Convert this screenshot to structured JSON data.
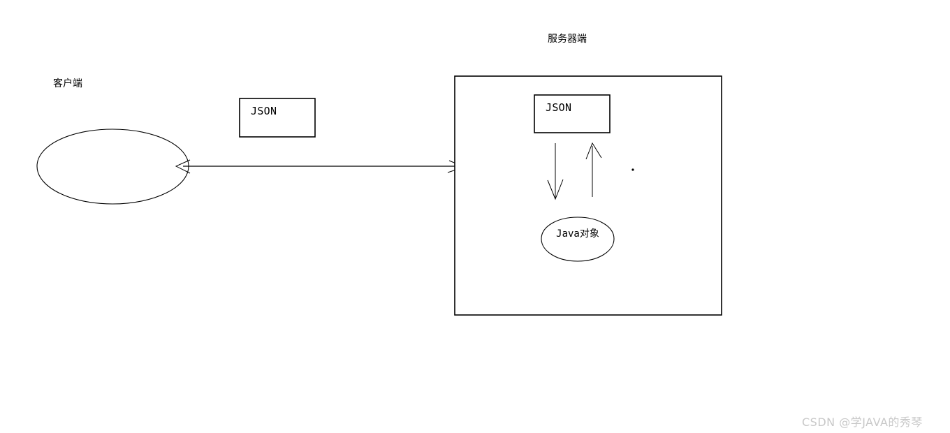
{
  "diagram": {
    "title_client": "客户端",
    "title_server": "服务器端",
    "nodes": {
      "client_ellipse": {
        "label": "",
        "shape": "ellipse"
      },
      "json_client_box": {
        "label": "JSON",
        "shape": "rectangle"
      },
      "server_container": {
        "label": "",
        "shape": "rectangle"
      },
      "json_server_box": {
        "label": "JSON",
        "shape": "rectangle"
      },
      "java_object_ellipse": {
        "label": "Java对象",
        "shape": "ellipse"
      }
    },
    "edges": [
      {
        "name": "client-to-server",
        "from": "client_ellipse",
        "to": "server_container",
        "direction": "right",
        "style": "solid"
      },
      {
        "name": "json-to-java-object",
        "from": "json_server_box",
        "to": "java_object_ellipse",
        "direction": "down",
        "style": "solid"
      },
      {
        "name": "java-object-to-json",
        "from": "java_object_ellipse",
        "to": "json_server_box",
        "direction": "up",
        "style": "solid"
      }
    ],
    "stray_dot": {
      "name": "stray-dot"
    }
  },
  "watermark": {
    "text": "CSDN @学JAVA的秀琴",
    "color": "#c8c8c8"
  },
  "colors": {
    "background": "#ffffff",
    "stroke": "#000000",
    "text": "#000000"
  }
}
